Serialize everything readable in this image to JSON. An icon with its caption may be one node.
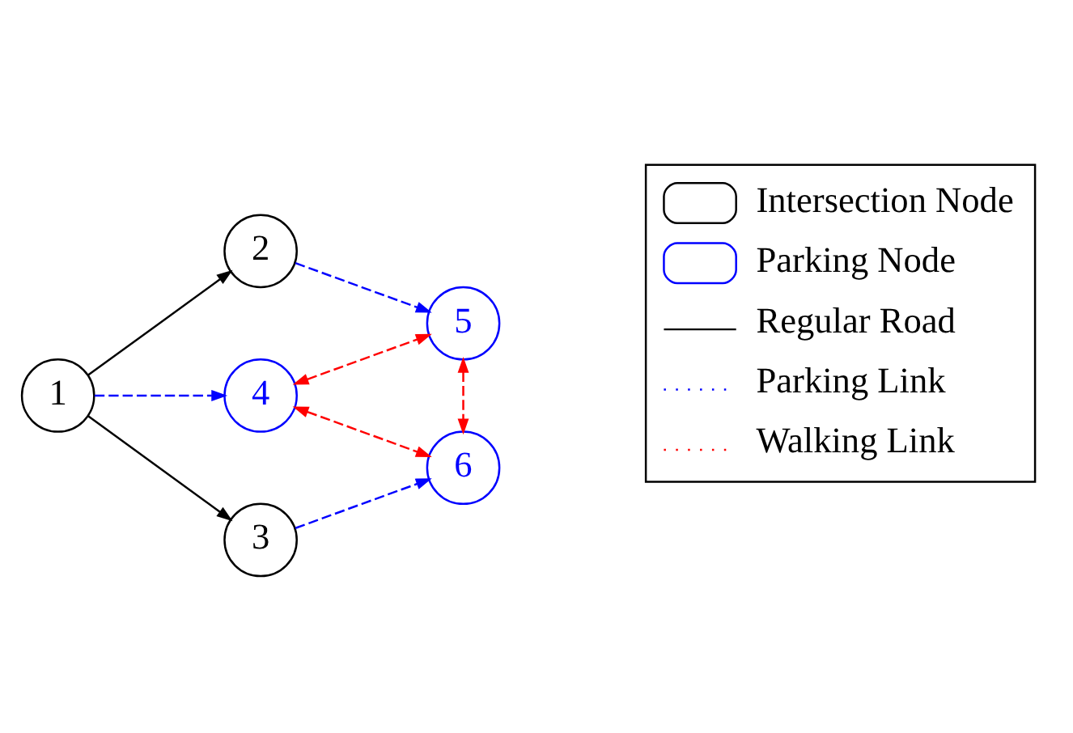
{
  "diagram": {
    "nodes": [
      {
        "text": [
          "1"
        ]
      },
      {
        "text": [
          "2"
        ]
      },
      {
        "text": [
          "3"
        ]
      },
      {
        "text": [
          "4"
        ]
      },
      {
        "text": [
          "5"
        ]
      },
      {
        "text": [
          "6"
        ]
      }
    ],
    "edges": [
      {
        "from": 0,
        "to": 1,
        "arrow": "to",
        "color": "#000000"
      },
      {
        "from": 0,
        "to": 2,
        "arrow": "to",
        "color": "#000000"
      },
      {
        "from": 0,
        "to": 3,
        "arrow": "to",
        "style": "dashed",
        "color": "#0000ff"
      },
      {
        "from": 1,
        "to": 4,
        "arrow": "to",
        "style": "dashed",
        "color": "#0000ff"
      },
      {
        "from": 2,
        "to": 5,
        "arrow": "to",
        "style": "dashed",
        "color": "#0000ff"
      },
      {
        "from": 3,
        "to": 4,
        "arrow": "both",
        "style": "dashed",
        "color": "#ff0000"
      },
      {
        "from": 3,
        "to": 5,
        "arrow": "both",
        "style": "dashed",
        "color": "#ff0000"
      },
      {
        "from": 4,
        "to": 5,
        "arrow": "both",
        "style": "dashed",
        "color": "#ff0000"
      }
    ],
    "legend": [
      {
        "text": "Intersection Node"
      },
      {
        "text": "Parking Node"
      },
      {
        "text": "Regular Road"
      },
      {
        "text": "Parking Link"
      },
      {
        "text": "Walking Link"
      }
    ]
  }
}
